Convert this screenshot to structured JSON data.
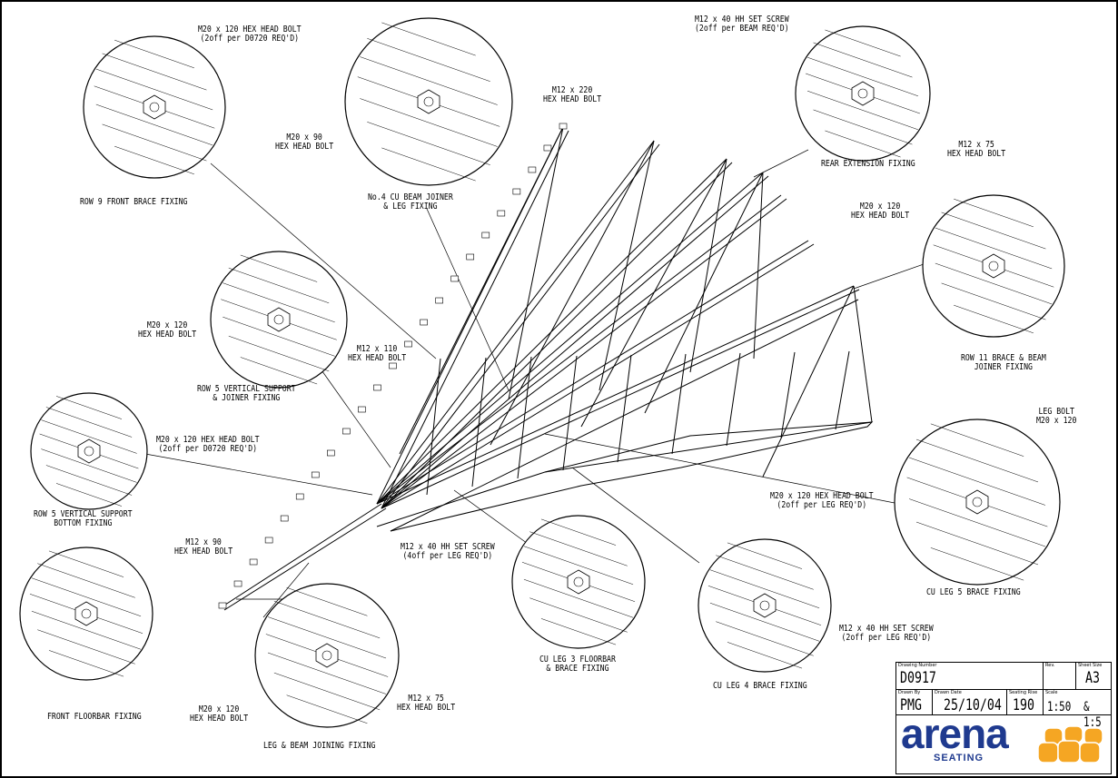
{
  "callouts": [
    {
      "id": "row9",
      "lines": [
        "ROW 9 FRONT BRACE FIXING"
      ]
    },
    {
      "id": "row9-bolt",
      "lines": [
        "M20 x 120 HEX HEAD BOLT",
        "(2off per D0720 REQ'D)"
      ]
    },
    {
      "id": "cu-beam",
      "lines": [
        "No.4 CU BEAM JOINER",
        "& LEG FIXING"
      ]
    },
    {
      "id": "cu-beam-m20",
      "lines": [
        "M20 x 90",
        "HEX HEAD BOLT"
      ]
    },
    {
      "id": "cu-beam-m12",
      "lines": [
        "M12 x 220",
        "HEX HEAD BOLT"
      ]
    },
    {
      "id": "rear-screw",
      "lines": [
        "M12 x 40 HH SET SCREW",
        "(2off per BEAM REQ'D)"
      ]
    },
    {
      "id": "rear",
      "lines": [
        "REAR EXTENSION FIXING"
      ]
    },
    {
      "id": "row11-m12",
      "lines": [
        "M12 x 75",
        "HEX HEAD BOLT"
      ]
    },
    {
      "id": "row11-m20",
      "lines": [
        "M20 x 120",
        "HEX HEAD BOLT"
      ]
    },
    {
      "id": "row11",
      "lines": [
        "ROW 11 BRACE & BEAM",
        "JOINER FIXING"
      ]
    },
    {
      "id": "row5vs-m20",
      "lines": [
        "M20 x 120",
        "HEX HEAD BOLT"
      ]
    },
    {
      "id": "row5vs-m12",
      "lines": [
        "M12 x 110",
        "HEX HEAD BOLT"
      ]
    },
    {
      "id": "row5vs",
      "lines": [
        "ROW 5 VERTICAL SUPPORT",
        "& JOINER FIXING"
      ]
    },
    {
      "id": "row5b-bolt",
      "lines": [
        "M20 x 120 HEX HEAD BOLT",
        "(2off per D0720 REQ'D)"
      ]
    },
    {
      "id": "row5b",
      "lines": [
        "ROW 5 VERTICAL SUPPORT",
        "BOTTOM FIXING"
      ]
    },
    {
      "id": "leg-bolt",
      "lines": [
        "LEG BOLT",
        "M20 x 120"
      ]
    },
    {
      "id": "leg5-bolt",
      "lines": [
        "M20 x 120 HEX HEAD BOLT",
        "(2off per LEG REQ'D)"
      ]
    },
    {
      "id": "leg5",
      "lines": [
        "CU LEG 5 BRACE FIXING"
      ]
    },
    {
      "id": "ff-m12",
      "lines": [
        "M12 x 90",
        "HEX HEAD BOLT"
      ]
    },
    {
      "id": "ff",
      "lines": [
        "FRONT FLOORBAR FIXING"
      ]
    },
    {
      "id": "leg3-screw",
      "lines": [
        "M12 x 40 HH SET SCREW",
        "(4off per LEG REQ'D)"
      ]
    },
    {
      "id": "leg3",
      "lines": [
        "CU LEG 3 FLOORBAR",
        "& BRACE FIXING"
      ]
    },
    {
      "id": "leg4-screw",
      "lines": [
        "M12 x 40 HH SET SCREW",
        "(2off per LEG REQ'D)"
      ]
    },
    {
      "id": "leg4",
      "lines": [
        "CU LEG 4 BRACE FIXING"
      ]
    },
    {
      "id": "lb-m20",
      "lines": [
        "M20 x 120",
        "HEX HEAD BOLT"
      ]
    },
    {
      "id": "lb-m12",
      "lines": [
        "M12 x 75",
        "HEX HEAD BOLT"
      ]
    },
    {
      "id": "lb",
      "lines": [
        "LEG & BEAM JOINING  FIXING"
      ]
    }
  ],
  "title_block": {
    "drawing_number_caption": "Drawing Number",
    "drawing_number": "D0917",
    "rev_caption": "Rev.",
    "rev": "",
    "sheet_size_caption": "Sheet Size",
    "sheet_size": "A3",
    "drawn_by_caption": "Drawn By",
    "drawn_by": "PMG",
    "drawn_date_caption": "Drawn Date",
    "drawn_date": "25/10/04",
    "seating_rise_caption": "Seating Rise",
    "seating_rise": "190",
    "scale_caption": "Scale",
    "scale": "1:50",
    "scale_second": "& 1:5"
  },
  "logo": {
    "word": "arena",
    "sub": "SEATING",
    "brand_color": "#1f3a8f",
    "accent_color": "#f5a623"
  }
}
